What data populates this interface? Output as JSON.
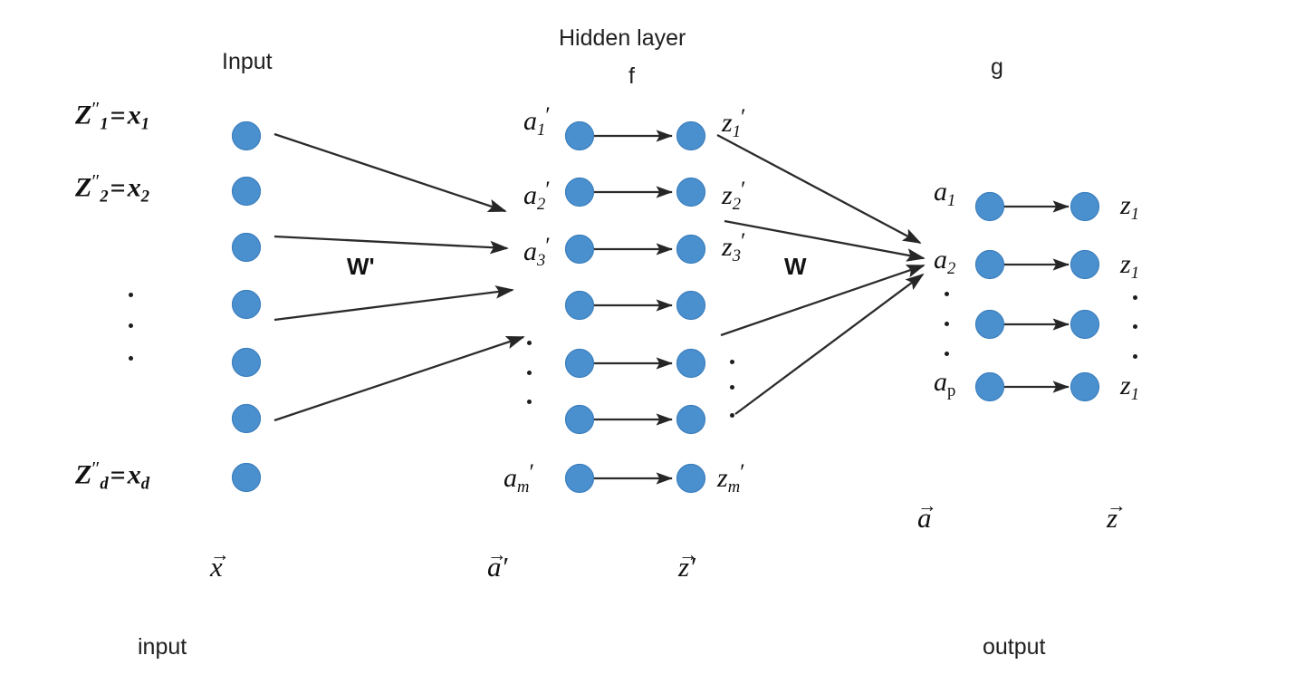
{
  "diagram": {
    "title": "Two-layer neural network (input, hidden layer f, output g)",
    "background_color": "#ffffff",
    "node_color": "#4a90cf",
    "node_stroke_color": "#3d7fbd",
    "arrow_color": "#262626"
  },
  "headings": {
    "input": "Input",
    "hidden_line1": "Hidden layer",
    "hidden_line2": "f",
    "output_fn": "g",
    "bottom_input": "input",
    "bottom_output": "output"
  },
  "weights": {
    "w_prime": "W'",
    "w": "W"
  },
  "input_layer": {
    "labels": [
      {
        "base": "Z",
        "prime": "″",
        "sub": "1",
        "eq": "=",
        "rhs_base": "x",
        "rhs_sub": "1"
      },
      {
        "base": "Z",
        "prime": "″",
        "sub": "2",
        "eq": "=",
        "rhs_base": "x",
        "rhs_sub": "2"
      },
      {
        "base": "Z",
        "prime": "″",
        "sub": "d",
        "eq": "=",
        "rhs_base": "x",
        "rhs_sub": "d"
      }
    ],
    "node_count": 7,
    "vector_label": "x",
    "vector_arrow": "→"
  },
  "hidden_layer": {
    "a_labels": [
      {
        "base": "a",
        "sub": "1",
        "prime": "′"
      },
      {
        "base": "a",
        "sub": "2",
        "prime": "′"
      },
      {
        "base": "a",
        "sub": "3",
        "prime": "′"
      },
      {
        "base": "a",
        "sub": "m",
        "prime": "′"
      }
    ],
    "z_labels": [
      {
        "base": "z",
        "sub": "1",
        "prime": "′"
      },
      {
        "base": "z",
        "sub": "2",
        "prime": "′"
      },
      {
        "base": "z",
        "sub": "3",
        "prime": "′"
      },
      {
        "base": "z",
        "sub": "m",
        "prime": "′"
      }
    ],
    "node_pair_count": 7,
    "a_vector_label": "a",
    "a_vector_prime": "′",
    "z_vector_label": "z",
    "z_vector_prime": "′"
  },
  "output_layer": {
    "a_labels": [
      {
        "base": "a",
        "sub": "1"
      },
      {
        "base": "a",
        "sub": "2"
      },
      {
        "base": "a",
        "sub": "p"
      }
    ],
    "z_labels": [
      {
        "base": "z",
        "sub": "1"
      },
      {
        "base": "z",
        "sub": "1"
      },
      {
        "base": "z",
        "sub": "1"
      }
    ],
    "node_pair_count": 4,
    "a_vector_label": "a",
    "z_vector_label": "z"
  },
  "ellipses": {
    "glyph": "·",
    "groups": [
      {
        "name": "input-label-ellipsis",
        "count": 3
      },
      {
        "name": "hidden-a-ellipsis",
        "count": 3
      },
      {
        "name": "hidden-z-ellipsis",
        "count": 3
      },
      {
        "name": "output-a-ellipsis",
        "count": 3
      },
      {
        "name": "output-z-ellipsis",
        "count": 3
      }
    ]
  }
}
